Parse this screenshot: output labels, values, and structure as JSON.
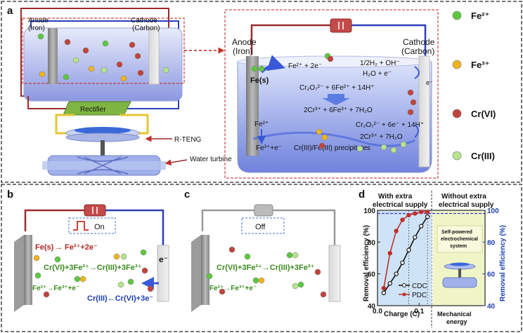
{
  "panel_a": {
    "letter": "a",
    "anode_small": "Anode",
    "anode_small_sub": "(Iron)",
    "cathode_small": "Cathode",
    "cathode_small_sub": "(Carbon)",
    "rectifier": "Rectifier",
    "rteng": "R-TENG",
    "turbine": "Water turbine",
    "zoom_anode": "Anode",
    "zoom_anode_sub": "(Iron)",
    "zoom_cathode": "Cathode",
    "zoom_cathode_sub": "(Carbon)",
    "fe_s": "Fe(s)",
    "eq1": "Fe²⁺ + 2e⁻",
    "eq2": "1/2H₂ + OH⁻",
    "eq3": "H₂O + e⁻",
    "eq4": "Cr₂O₇²⁻ + 6Fe²⁺ + 14H⁺",
    "eq5": "2Cr³⁺ + 6Fe³⁺ + 7H₂O",
    "eq6": "Cr₂O₇²⁻ + 6e⁻ + 14H⁺",
    "eq7": "2Cr³⁺ + 7H₂O",
    "fe2": "Fe²⁺",
    "fe3e": "Fe³⁺+e⁻",
    "precip": "Cr(III)/Fe(III)  precipitates",
    "eminus": "e⁻"
  },
  "legend": [
    {
      "label": "Fe²⁺",
      "color": "#5cc840"
    },
    {
      "label": "Fe³⁺",
      "color": "#f0b421"
    },
    {
      "label": "Cr(VI)",
      "color": "#c0443a"
    },
    {
      "label": "Cr(III)",
      "color": "#b6e38e"
    }
  ],
  "panel_b": {
    "letter": "b",
    "on": "On",
    "fe_s": "Fe(s)",
    "eq1": "→ Fe²⁺+2e⁻",
    "eq2": "Cr(VI)+3Fe²⁺→Cr(III)+3Fe³⁺",
    "eq3": "Fe²⁺→Fe³⁺+e⁻",
    "eq4": "Cr(III)←Cr(VI)+3e⁻",
    "eminus": "e⁻"
  },
  "panel_c": {
    "letter": "c",
    "off": "Off",
    "eq2": "Cr(VI)+3Fe²⁺→Cr(III)+3Fe³⁺",
    "eq3": "Fe²⁺→Fe³⁺+e⁻"
  },
  "panel_d": {
    "letter": "d",
    "title_left_1": "With extra",
    "title_left_2": "electrical supply",
    "title_right_1": "Without extra",
    "title_right_2": "electrical supply",
    "ylabel_left": "Removal efficiency (%)",
    "ylabel_right": "Removal efficiency (%)",
    "xlabel": "Charge (C)",
    "x_ticks": [
      "0.0",
      "0.1"
    ],
    "y_ticks": [
      "40",
      "60",
      "80",
      "100"
    ],
    "y2_ticks": [
      "40",
      "60",
      "80",
      "100"
    ],
    "legend_cdc": "CDC",
    "legend_pdc": "PDC",
    "self_powered_1": "Self-powered",
    "self_powered_2": "electrochemical",
    "self_powered_3": "system",
    "mech_1": "Mechanical",
    "mech_2": "energy"
  },
  "chart_data": {
    "type": "line",
    "xlabel": "Charge (C)",
    "ylabel": "Removal efficiency (%)",
    "xlim": [
      0,
      0.13
    ],
    "ylim": [
      40,
      100
    ],
    "series": [
      {
        "name": "CDC",
        "color": "#111111",
        "x": [
          0.015,
          0.03,
          0.045,
          0.06,
          0.075,
          0.09,
          0.105,
          0.12
        ],
        "y": [
          48,
          54,
          60,
          67,
          75,
          83,
          90,
          96
        ]
      },
      {
        "name": "PDC",
        "color": "#c0302a",
        "x": [
          0.015,
          0.03,
          0.045,
          0.06,
          0.075,
          0.09,
          0.105,
          0.12
        ],
        "y": [
          51,
          73,
          87,
          94,
          97,
          98,
          99,
          99
        ]
      }
    ],
    "right_axis": {
      "ylabel": "Removal efficiency (%)",
      "ylim": [
        40,
        100
      ],
      "reference_line": 98
    }
  }
}
